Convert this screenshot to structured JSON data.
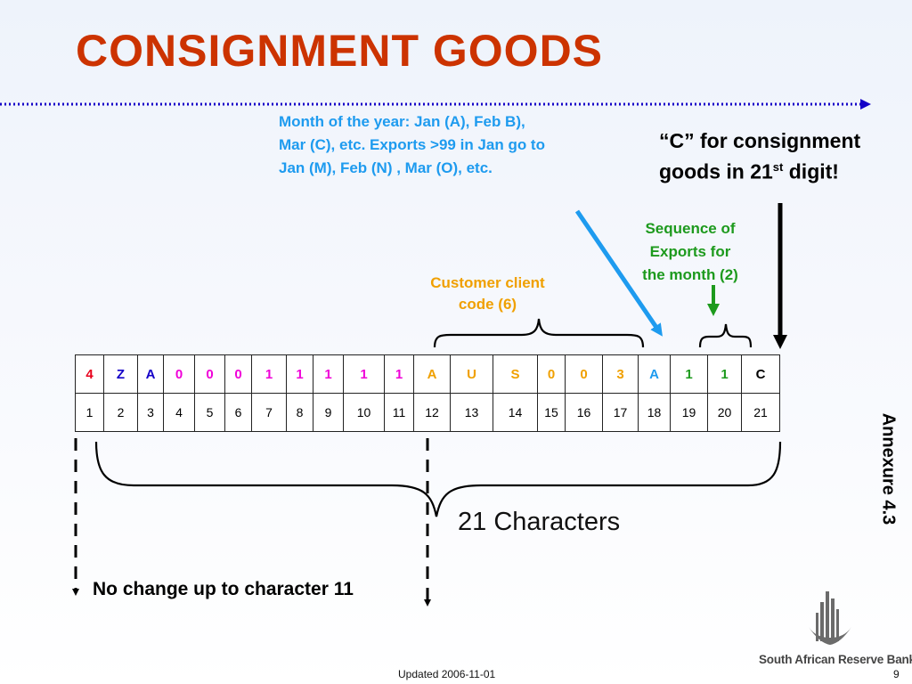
{
  "slide": {
    "title": "CONSIGNMENT GOODS",
    "footer": "Updated 2006-11-01",
    "page_number": "9",
    "annexure": "Annexure 4.3",
    "bank_name": "South African Reserve Bank",
    "logo_icon": "sarb-logo-icon"
  },
  "annotations": {
    "month_note": [
      "Month of the year: Jan (A), Feb B),",
      "Mar (C), etc. Exports >99 in Jan go to",
      "Jan (M), Feb (N) , Mar (O), etc."
    ],
    "consignment_note_prefix": "“C” for consignment",
    "consignment_note_line2": "goods in 21",
    "consignment_note_sup": "st",
    "consignment_note_suffix": " digit!",
    "sequence_note": [
      "Sequence of",
      "Exports for",
      "the month (2)"
    ],
    "customer_note": [
      "Customer client",
      "code (6)"
    ],
    "total_label": "21 Characters",
    "no_change_label": "No change up to character 11"
  },
  "colors": {
    "title": "#cc3300",
    "red": "#e8001c",
    "blue": "#1400c8",
    "magenta": "#f000d8",
    "orange": "#f0a000",
    "green": "#1d9a1d",
    "lightblue": "#1e9bef",
    "black": "#000000"
  },
  "code": {
    "characters": [
      {
        "char": "4",
        "color": "red"
      },
      {
        "char": "Z",
        "color": "blue"
      },
      {
        "char": "A",
        "color": "blue"
      },
      {
        "char": "0",
        "color": "magenta"
      },
      {
        "char": "0",
        "color": "magenta"
      },
      {
        "char": "0",
        "color": "magenta"
      },
      {
        "char": "1",
        "color": "magenta"
      },
      {
        "char": "1",
        "color": "magenta"
      },
      {
        "char": "1",
        "color": "magenta"
      },
      {
        "char": "1",
        "color": "magenta"
      },
      {
        "char": "1",
        "color": "magenta"
      },
      {
        "char": "A",
        "color": "orange"
      },
      {
        "char": "U",
        "color": "orange"
      },
      {
        "char": "S",
        "color": "orange"
      },
      {
        "char": "0",
        "color": "orange"
      },
      {
        "char": "0",
        "color": "orange"
      },
      {
        "char": "3",
        "color": "orange"
      },
      {
        "char": "A",
        "color": "lightblue"
      },
      {
        "char": "1",
        "color": "green"
      },
      {
        "char": "1",
        "color": "green"
      },
      {
        "char": "C",
        "color": "black"
      }
    ],
    "positions": [
      "1",
      "2",
      "3",
      "4",
      "5",
      "6",
      "7",
      "8",
      "9",
      "10",
      "11",
      "12",
      "13",
      "14",
      "15",
      "16",
      "17",
      "18",
      "19",
      "20",
      "21"
    ]
  }
}
